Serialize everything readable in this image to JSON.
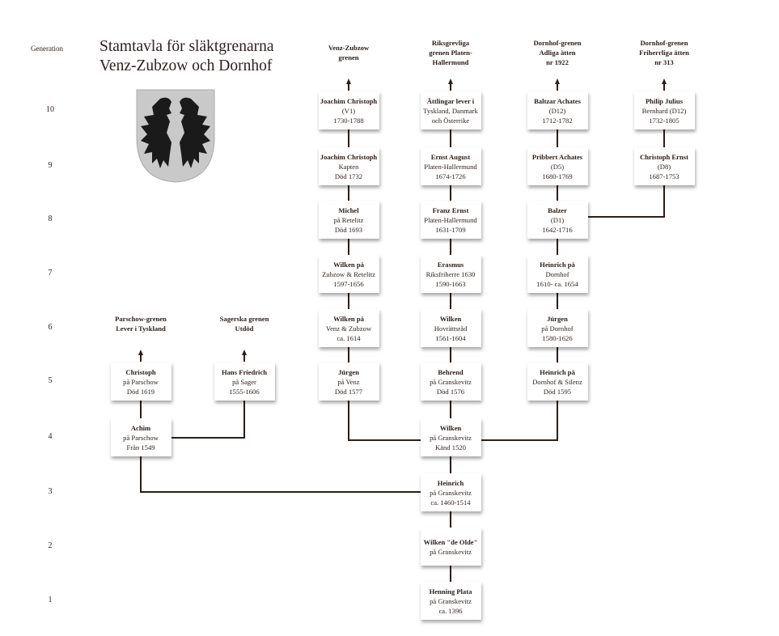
{
  "title": {
    "line1": "Stamtavla för släktgrenarna",
    "line2": "Venz-Zubzow och Dornhof"
  },
  "generation_label": "Generation",
  "generations": [
    "10",
    "9",
    "8",
    "7",
    "6",
    "5",
    "4",
    "3",
    "2",
    "1"
  ],
  "coat_of_arms": {
    "colors": {
      "field": "#c9c9c9",
      "charge": "#1a1a1a"
    }
  },
  "colors": {
    "line": "#2a1f1a",
    "box": "#ffffff"
  },
  "columns": [
    {
      "id": "parschow",
      "header": [
        "Parschow-grenen",
        "Lever i Tyskland"
      ],
      "nodes": [
        {
          "gen": 5,
          "lines": [
            "Christoph",
            "på Parschow",
            "Död 1619"
          ]
        },
        {
          "gen": 4,
          "lines": [
            "Achim",
            "på Parschow",
            "Från 1549"
          ]
        }
      ]
    },
    {
      "id": "sager",
      "header": [
        "Sagerska grenen",
        "Utdöd"
      ],
      "nodes": [
        {
          "gen": 5,
          "lines": [
            "Hans Friedrich",
            "på Sager",
            "1555-1606"
          ]
        }
      ]
    },
    {
      "id": "venz",
      "header": [
        "Venz-Zubzow",
        "grenen"
      ],
      "nodes": [
        {
          "gen": 10,
          "lines": [
            "Joachim Christoph",
            "(V1)",
            "1730-1788"
          ]
        },
        {
          "gen": 9,
          "lines": [
            "Joachim Christoph",
            "Kapten",
            "Död 1732"
          ]
        },
        {
          "gen": 8,
          "lines": [
            "Michel",
            "på Retelitz",
            "Död 1693"
          ]
        },
        {
          "gen": 7,
          "lines": [
            "Wilken på",
            "Zubzow & Retelitz",
            "1597-1656"
          ]
        },
        {
          "gen": 6,
          "lines": [
            "Wilken på",
            "Venz & Zubzow",
            "ca. 1614"
          ]
        },
        {
          "gen": 5,
          "lines": [
            "Jürgen",
            "på Venz",
            "Död 1577"
          ]
        }
      ]
    },
    {
      "id": "platen",
      "header": [
        "Riksgrevliga",
        "grenen Platen-",
        "Hallermund"
      ],
      "nodes": [
        {
          "gen": 10,
          "lines": [
            "Ättlingar lever i",
            "Tyskland, Danmark",
            "och Österrike"
          ]
        },
        {
          "gen": 9,
          "lines": [
            "Ernst August",
            "Platen-Hallermund",
            "1674-1726"
          ]
        },
        {
          "gen": 8,
          "lines": [
            "Franz Ernst",
            "Platen-Hallermund",
            "1631-1709"
          ]
        },
        {
          "gen": 7,
          "lines": [
            "Erasmus",
            "Riksfriherre 1630",
            "1590-1663"
          ]
        },
        {
          "gen": 6,
          "lines": [
            "Wilken",
            "Hovrättsråd",
            "1561-1604"
          ]
        },
        {
          "gen": 5,
          "lines": [
            "Behrend",
            "på Granskevitz",
            "Död 1576"
          ]
        },
        {
          "gen": 4,
          "lines": [
            "Wilken",
            "på Granskevitz",
            "Känd 1520"
          ]
        },
        {
          "gen": 3,
          "lines": [
            "Heinrich",
            "på Granskevitz",
            "ca. 1460-1514"
          ]
        },
        {
          "gen": 2,
          "lines": [
            "Wilken \"de Olde\"",
            "på Granskevitz"
          ]
        },
        {
          "gen": 1,
          "lines": [
            "Henning Plata",
            "på Granskevitz",
            "ca. 1396"
          ]
        }
      ]
    },
    {
      "id": "dornhof",
      "header": [
        "Dornhof-grenen",
        "Adliga ätten",
        "nr 1922"
      ],
      "nodes": [
        {
          "gen": 10,
          "lines": [
            "Baltzar Achates",
            "(D12)",
            "1712-1782"
          ]
        },
        {
          "gen": 9,
          "lines": [
            "Pribbert Achates",
            "(D5)",
            "1680-1769"
          ]
        },
        {
          "gen": 8,
          "lines": [
            "Balzer",
            "(D1)",
            "1642-1716"
          ]
        },
        {
          "gen": 7,
          "lines": [
            "Heinrich på",
            "Dornhof",
            "1610- ca. 1654"
          ]
        },
        {
          "gen": 6,
          "lines": [
            "Jürgen",
            "på Dornhof",
            "1580-1626"
          ]
        },
        {
          "gen": 5,
          "lines": [
            "Heinrich på",
            "Dornhof & Silenz",
            "Död 1595"
          ]
        }
      ]
    },
    {
      "id": "friherr",
      "header": [
        "Dornhof-grenen",
        "Friherrliga ätten",
        "nr 313"
      ],
      "nodes": [
        {
          "gen": 10,
          "lines": [
            "Philip Julius",
            "Bernhard (D12)",
            "1732-1805"
          ]
        },
        {
          "gen": 9,
          "lines": [
            "Christoph Ernst",
            "(D8)",
            "1687-1753"
          ]
        }
      ]
    }
  ]
}
